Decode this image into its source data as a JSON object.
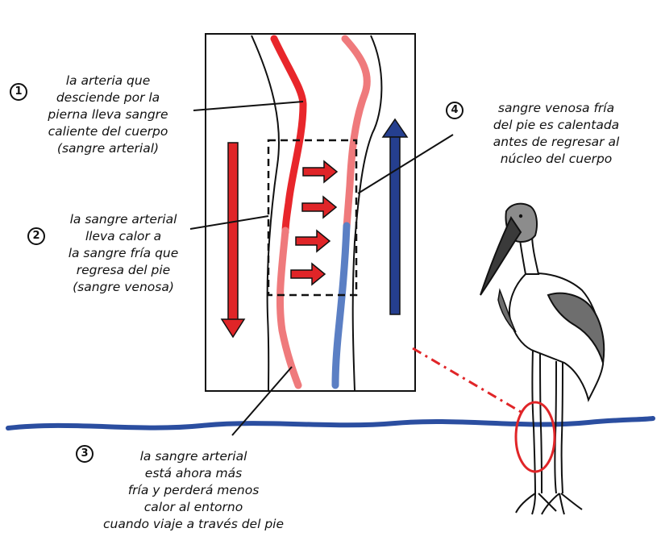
{
  "callouts": [
    {
      "number": "1",
      "lines": [
        "la arteria que",
        "desciende por la",
        "pierna lleva sangre",
        "caliente del cuerpo",
        "(sangre arterial)"
      ]
    },
    {
      "number": "2",
      "lines": [
        "la sangre arterial",
        "lleva calor a",
        "la sangre fría que",
        "regresa del pie",
        "(sangre venosa)"
      ]
    },
    {
      "number": "3",
      "lines": [
        "la sangre arterial",
        "está ahora más",
        "fría y perderá menos",
        "calor al entorno",
        "cuando viaje a través del pie"
      ]
    },
    {
      "number": "4",
      "lines": [
        "sangre venosa fría",
        "del pie es calentada",
        "antes de regresar al",
        "núcleo del cuerpo"
      ]
    }
  ],
  "colors": {
    "artery_hot": "#e8262b",
    "artery_cool": "#ef7a7c",
    "vein_cold": "#5b7fc4",
    "arrow_down": "#e02528",
    "arrow_up": "#253f8f",
    "heat_arrow": "#e02528",
    "water": "#2b4ea0",
    "highlight": "#e02528"
  },
  "icons": [
    "heat-transfer-arrow-icon",
    "stork-bird-icon"
  ]
}
